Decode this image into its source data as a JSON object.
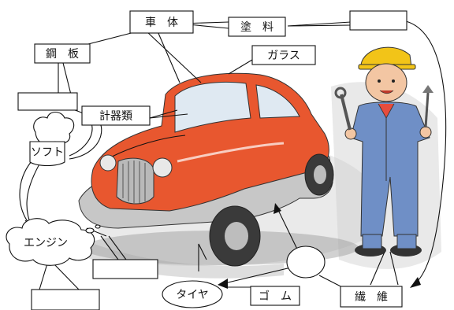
{
  "labels": {
    "body": "車　体",
    "paint": "塗　料",
    "steel": "鋼　板",
    "glass": "ガラス",
    "instruments": "計器類",
    "software": "ソフト",
    "engine": "エンジン",
    "tire": "タイヤ",
    "rubber": "ゴ　ム",
    "fiber": "繊　維"
  },
  "colors": {
    "car_body": "#e8572f",
    "car_shadow": "#c23c1e",
    "grille": "#b9b9b9",
    "tire": "#3a3a3a",
    "worker_suit": "#6f8fc6",
    "helmet": "#f2c418",
    "skin": "#f3c6a3",
    "sky_wash": "#c9c9c9"
  },
  "icons": [
    "car-illustration",
    "worker-illustration",
    "cloud-bubble",
    "oval-bubble"
  ]
}
